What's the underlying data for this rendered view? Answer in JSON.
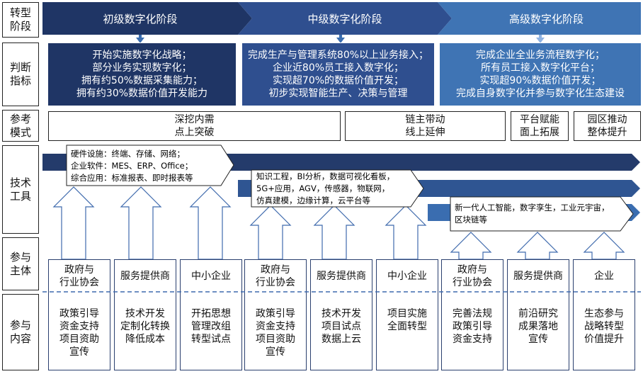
{
  "row_labels": {
    "stage": "转型\n阶段",
    "judge": "判断\n指标",
    "mode": "参考\n模式",
    "tech": "技术\n工具",
    "actor": "参与\n主体",
    "content": "参与\n内容"
  },
  "stages": [
    "初级数字化阶段",
    "中级数字化阶段",
    "高级数字化阶段"
  ],
  "judgements": [
    [
      "开始实施数字化战略；",
      "部分业务实现数字化；",
      "拥有约50%数据采集能力；",
      "拥有约30%数据价值开发能力"
    ],
    [
      "完成生产与管理系统80%以上业务接入；",
      "企业近80%员工接入数字化；",
      "实现超70%的数据价值开发；",
      "初步实现智能生产、决策与管理"
    ],
    [
      "完成企业全业务流程数字化；",
      "所有员工接入数字化平台；",
      "实现超90%数据价值开发；",
      "完成自身数字化并参与数字化生态建设"
    ]
  ],
  "modes": [
    [
      "深挖内需",
      "点上突破"
    ],
    [
      "链主带动",
      "线上延伸"
    ],
    [
      "平台赋能",
      "面上拓展"
    ],
    [
      "园区推动",
      "整体提升"
    ]
  ],
  "tech_callouts": [
    [
      "硬件设施：终端、存储、网络；",
      "企业软件：MES、ERP、Office；",
      "综合应用：标准报表、即时报表等"
    ],
    [
      "知识工程，BI分析，数据可视化看板，",
      "5G+应用，AGV，传感器，物联网，",
      "仿真建模，边缘计算，云平台等"
    ],
    [
      "新一代人工智能，数字孪生，工业元宇宙，",
      "区块链等"
    ]
  ],
  "actors": [
    {
      "name": [
        "政府与",
        "行业协会"
      ],
      "content": [
        "政策引导",
        "资金支持",
        "项目资助",
        "宣传"
      ]
    },
    {
      "name": [
        "服务提供商"
      ],
      "content": [
        "技术开发",
        "定制化转换",
        "降低成本"
      ]
    },
    {
      "name": [
        "中小企业"
      ],
      "content": [
        "开拓思想",
        "管理改组",
        "转型试点"
      ]
    },
    {
      "name": [
        "政府与",
        "行业协会"
      ],
      "content": [
        "政策引导",
        "资金支持",
        "项目资助",
        "宣传"
      ]
    },
    {
      "name": [
        "服务提供商"
      ],
      "content": [
        "技术开发",
        "项目试点",
        "数据上云"
      ]
    },
    {
      "name": [
        "中小企业"
      ],
      "content": [
        "项目实施",
        "全面转型"
      ]
    },
    {
      "name": [
        "政府与",
        "行业协会"
      ],
      "content": [
        "完善法规",
        "政策引导",
        "资金支持"
      ]
    },
    {
      "name": [
        "服务提供商"
      ],
      "content": [
        "前沿研究",
        "成果落地",
        "宣传"
      ]
    },
    {
      "name": [
        "企业"
      ],
      "content": [
        "生态参与",
        "战略转型",
        "价值提升"
      ]
    }
  ],
  "colors": {
    "stage1": "#1f3565",
    "stage2": "#2f4f8f",
    "stage3": "#3f74b4",
    "band1": "#243b6b",
    "band2": "#2f5592",
    "band3": "#3a6db0",
    "dashed": "#3f6aad"
  }
}
